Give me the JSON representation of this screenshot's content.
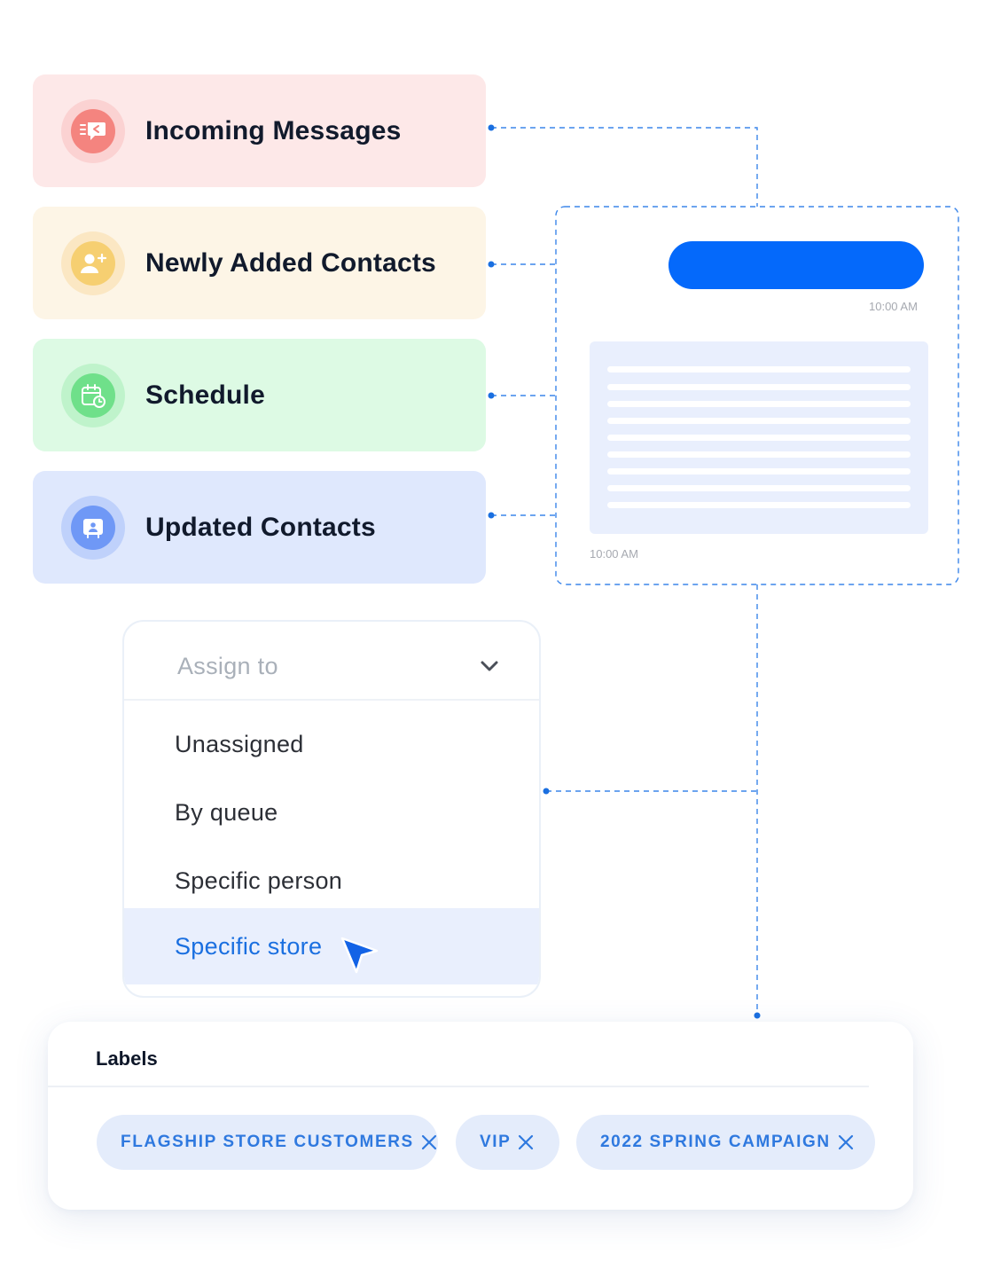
{
  "triggers": [
    {
      "label": "Incoming Messages",
      "icon": "chat-message-icon",
      "bg": "#fde8e8",
      "ring": "#fbd2d2",
      "core": "#f4847f"
    },
    {
      "label": "Newly Added Contacts",
      "icon": "add-contact-icon",
      "bg": "#fdf5e6",
      "ring": "#fbe7c3",
      "core": "#f6cf71"
    },
    {
      "label": "Schedule",
      "icon": "calendar-clock-icon",
      "bg": "#ddfae4",
      "ring": "#bff3cb",
      "core": "#6fe08a"
    },
    {
      "label": "Updated Contacts",
      "icon": "contact-card-icon",
      "bg": "#dfe8fd",
      "ring": "#bfd1fb",
      "core": "#6f98f6"
    }
  ],
  "chat_preview": {
    "sent_time": "10:00 AM",
    "received_time": "10:00 AM",
    "accent": "#0469fb"
  },
  "assign_dropdown": {
    "placeholder": "Assign to",
    "options": [
      "Unassigned",
      "By queue",
      "Specific person",
      "Specific store"
    ],
    "selected": "Specific store",
    "accent": "#1a6fe0"
  },
  "labels": {
    "title": "Labels",
    "chips": [
      "FLAGSHIP STORE CUSTOMERS",
      "VIP",
      "2022 SPRING CAMPAIGN"
    ]
  },
  "connector_color": "#1a6fe0"
}
